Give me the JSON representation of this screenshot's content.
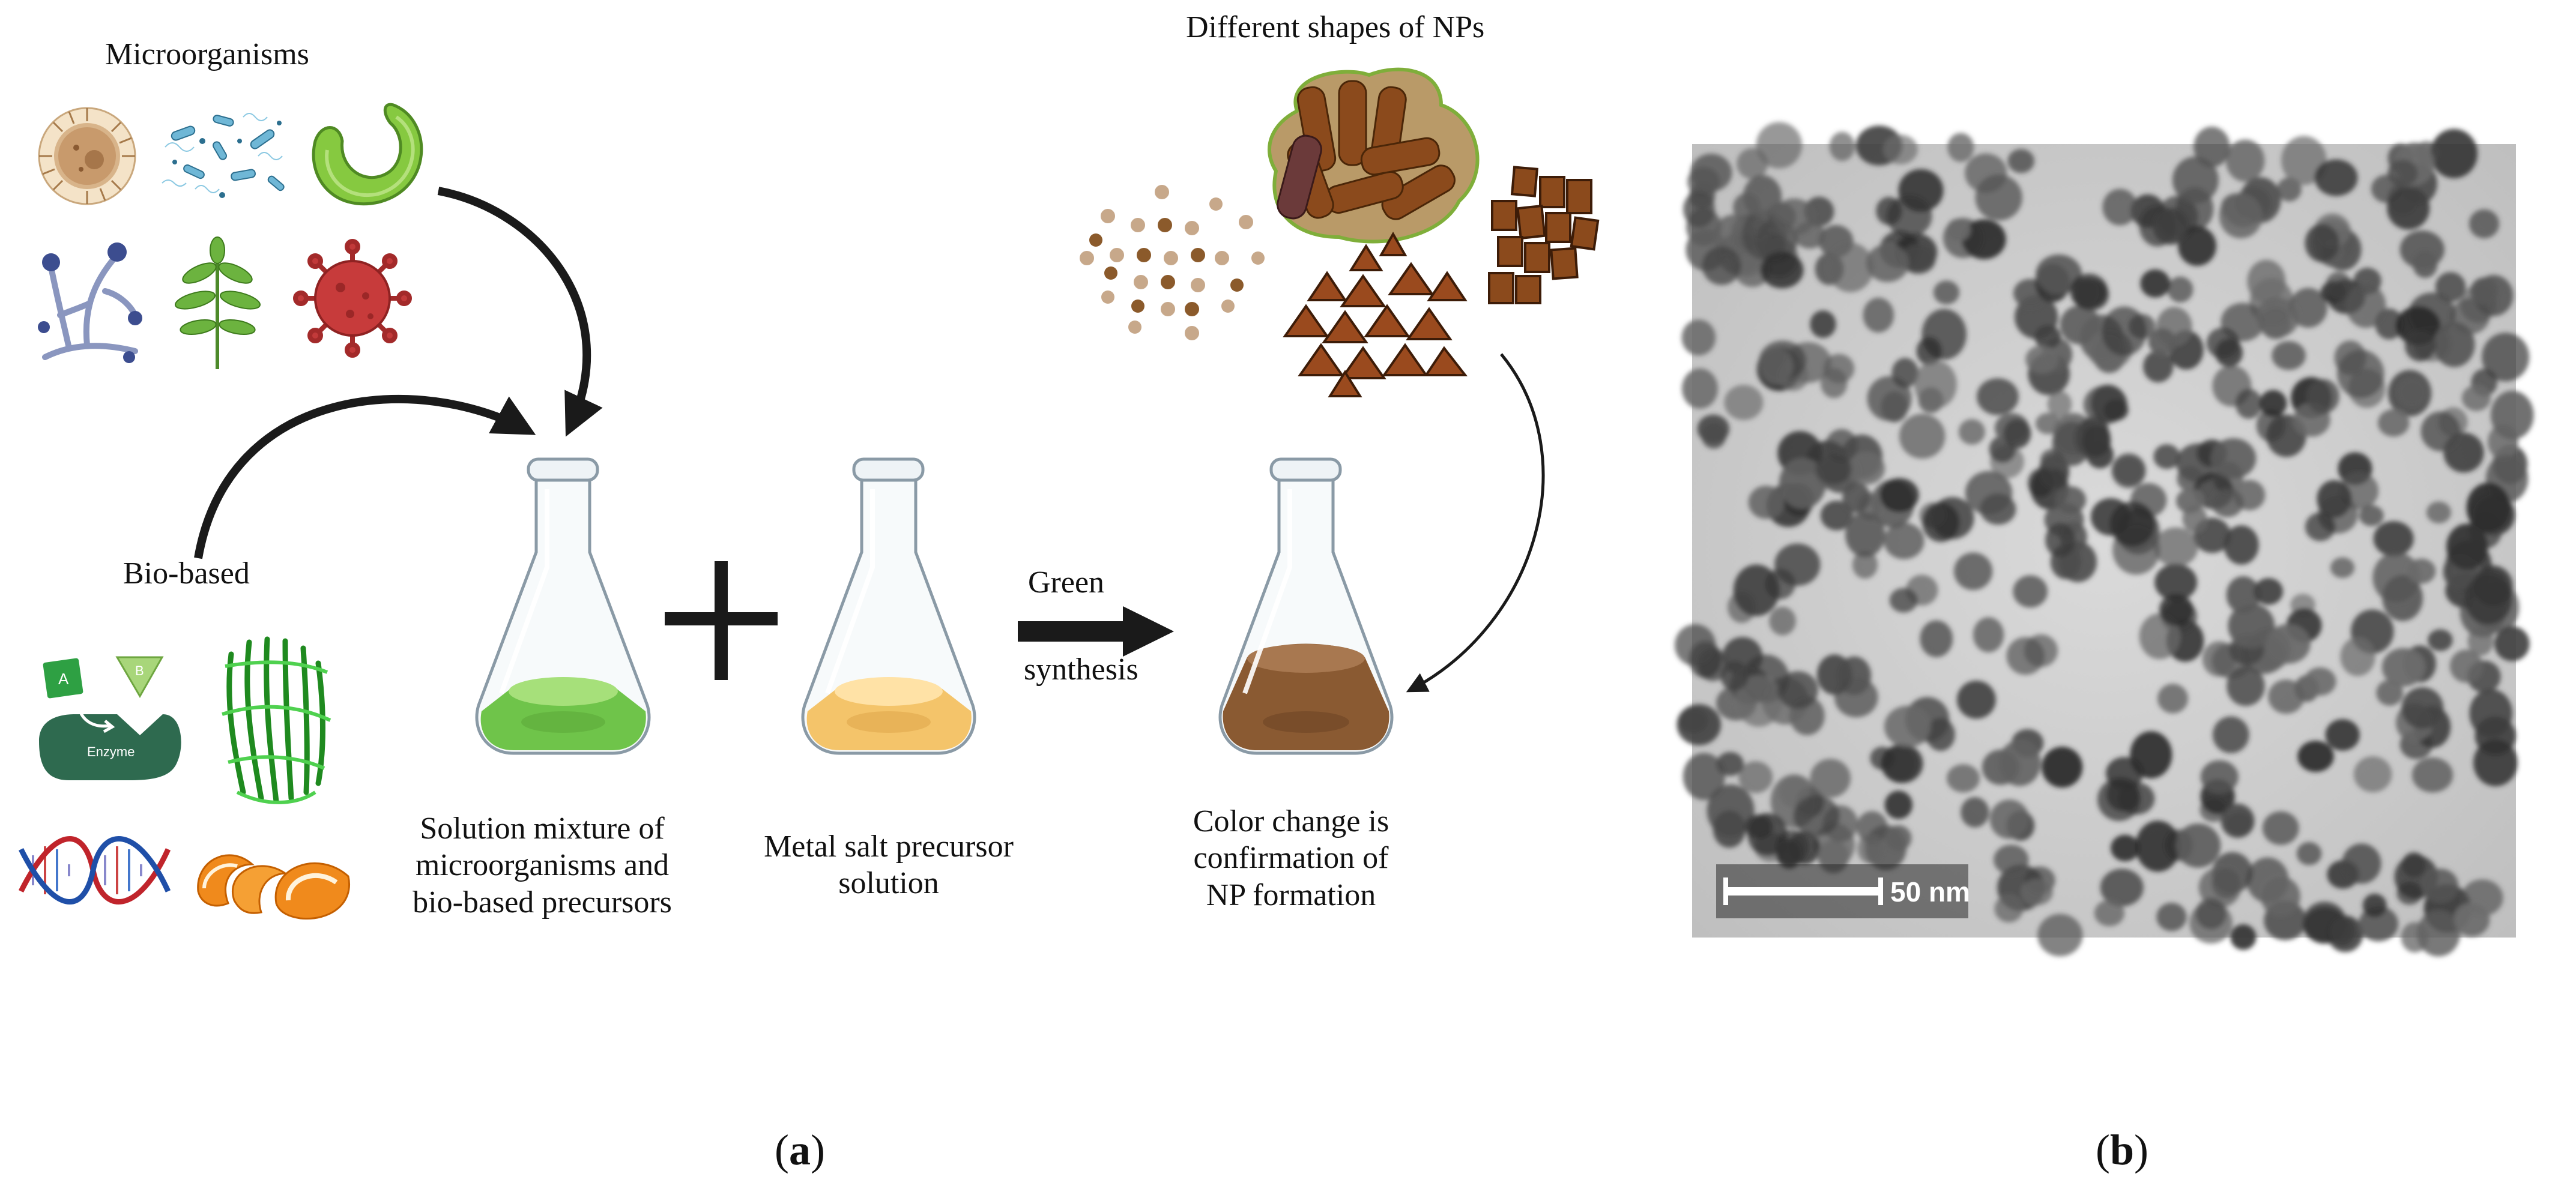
{
  "panel_a": {
    "microorganisms_label": "Microorganisms",
    "bio_based_label": "Bio-based",
    "enzyme_label": "Enzyme",
    "enzyme_substrate_a": "A",
    "enzyme_substrate_b": "B",
    "flask_1_caption": [
      "Solution mixture of",
      "microorganisms and",
      "bio-based precursors"
    ],
    "flask_2_caption": [
      "Metal salt precursor",
      "solution"
    ],
    "arrow_label_top": "Green",
    "arrow_label_bottom": "synthesis",
    "nps_label": "Different shapes of NPs",
    "flask_3_caption": [
      "Color change is",
      "confirmation of",
      "NP formation"
    ],
    "panel_label_open": "(",
    "panel_label_letter": "a",
    "panel_label_close": ")"
  },
  "panel_b": {
    "scale_bar_label": "50 nm",
    "panel_label_open": "(",
    "panel_label_letter": "b",
    "panel_label_close": ")"
  },
  "colors": {
    "flask1_liquid": "#6fc44a",
    "flask2_liquid": "#f4c46a",
    "flask3_liquid": "#8a5a32",
    "np_brown": "#8b4a1c",
    "arrow": "#1a1a1a"
  }
}
